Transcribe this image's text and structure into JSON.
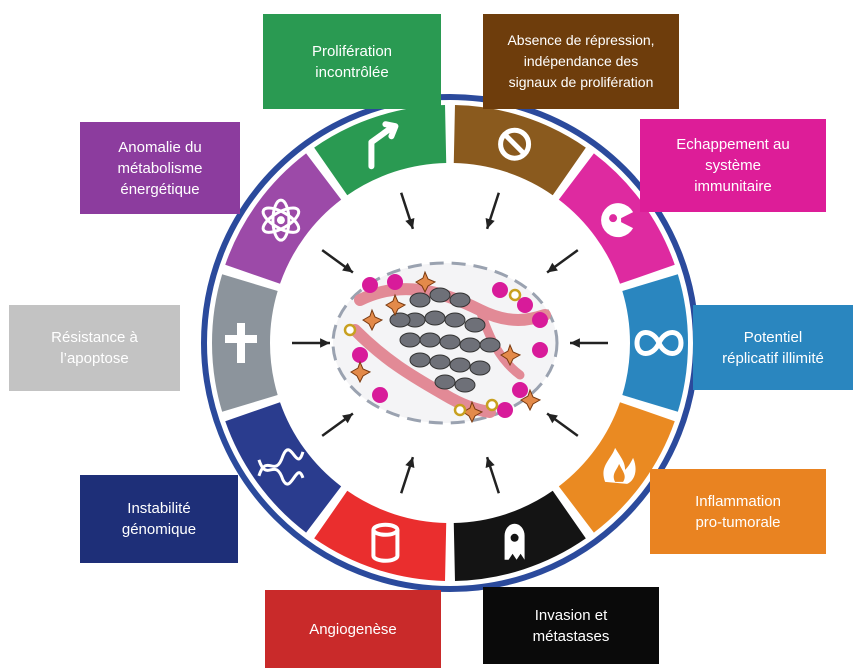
{
  "hallmarks": [
    {
      "id": "proliferation",
      "label": "Prolifération\nincontrôlée",
      "color": "#2a9a52"
    },
    {
      "id": "repression",
      "label": "Absence de répression,\nindépendance des\nsignaux de prolifération",
      "color": "#6e3d0c"
    },
    {
      "id": "immune",
      "label": "Echappement au\nsystème\nimmunitaire",
      "color": "#dd1d98"
    },
    {
      "id": "replicative",
      "label": "Potentiel\nréplicatif illimité",
      "color": "#2a86bf"
    },
    {
      "id": "inflammation",
      "label": "Inflammation\npro-tumorale",
      "color": "#e98321"
    },
    {
      "id": "invasion",
      "label": "Invasion et\nmétastases",
      "color": "#0a0a0a"
    },
    {
      "id": "angiogenesis",
      "label": "Angiogenèse",
      "color": "#c92a2a"
    },
    {
      "id": "genomic",
      "label": "Instabilité\ngénomique",
      "color": "#1e2f78"
    },
    {
      "id": "apoptosis",
      "label": "Résistance à\nl’apoptose",
      "color": "#c3c3c3"
    },
    {
      "id": "metabolism",
      "label": "Anomalie du\nmétabolisme\nénergétique",
      "color": "#8c3c9e"
    }
  ],
  "wheel": {
    "ring_color": "#2b4a9c",
    "segment_colors": [
      "#2a9a52",
      "#8a5a1e",
      "#de2aa0",
      "#2a86bf",
      "#ea8a22",
      "#141414",
      "#ea2e2e",
      "#2a3c8e",
      "#8c949c",
      "#9c4aa8"
    ],
    "icons": [
      "arrow-icon",
      "prohibited-icon",
      "pacman-cell-icon",
      "infinity-icon",
      "flame-icon",
      "ghost-cell-icon",
      "vessel-icon",
      "dna-icon",
      "cross-icon",
      "atom-icon"
    ]
  }
}
